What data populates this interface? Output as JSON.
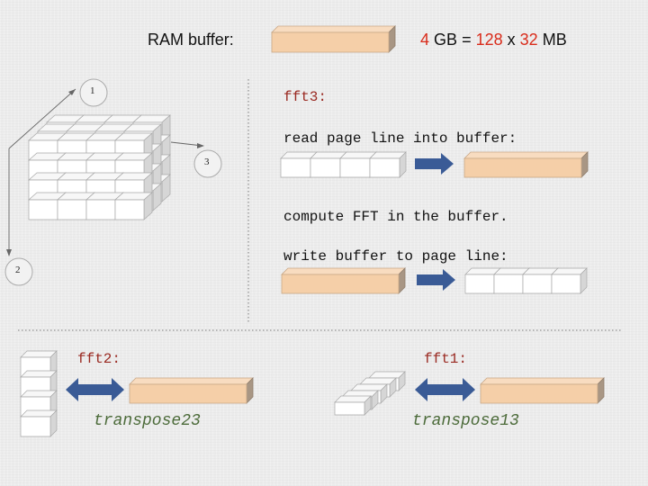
{
  "header": {
    "ram_label": "RAM buffer:",
    "size_value": "4",
    "size_unit": "GB",
    "equals": "=",
    "count": "128",
    "times": "x",
    "chunk": "32",
    "chunk_unit": "MB"
  },
  "cube": {
    "axis_1": "1",
    "axis_2": "2",
    "axis_3": "3"
  },
  "fft3": {
    "title": "fft3:",
    "read_step": "read page line into buffer:",
    "compute_step": "compute FFT in the buffer.",
    "write_step": "write buffer to page line:"
  },
  "fft2": {
    "title": "fft2:",
    "op": "transpose23"
  },
  "fft1": {
    "title": "fft1:",
    "op": "transpose13"
  },
  "colors": {
    "buffer_fill": "#f5cfa8",
    "arrow": "#3a5b96",
    "accent_red": "#d92b1a",
    "code_red": "#9a2a22",
    "code_green": "#4c6b3a"
  }
}
